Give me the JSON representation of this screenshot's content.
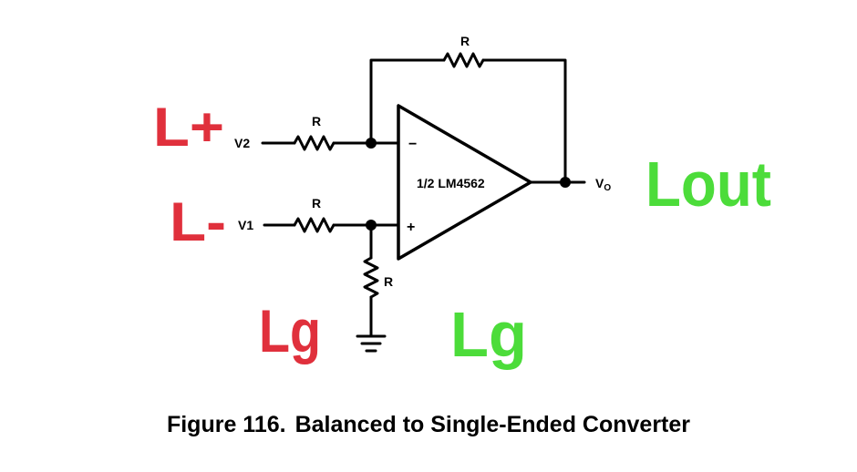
{
  "schematic": {
    "opamp_label": "1/2 LM4562",
    "minus_sign": "−",
    "plus_sign": "+",
    "input_v2": "V2",
    "input_v1": "V1",
    "output_vo_main": "V",
    "output_vo_sub": "O",
    "resistor_label": "R"
  },
  "annotations": {
    "l_plus": "L+",
    "l_minus": "L-",
    "lg_left": "Lg",
    "lg_right": "Lg",
    "lout": "Lout"
  },
  "colors": {
    "red": "#e0303c",
    "green": "#4cdc3a",
    "line": "#000000"
  },
  "caption": {
    "number": "Figure 116.",
    "title": "Balanced to Single-Ended Converter"
  }
}
